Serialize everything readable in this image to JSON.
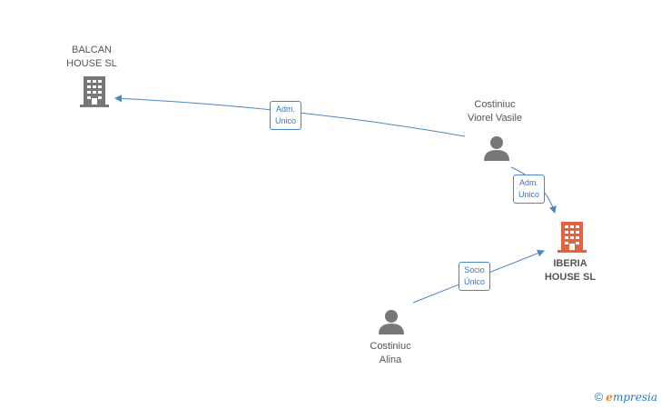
{
  "nodes": {
    "balcan": {
      "line1": "BALCAN",
      "line2": "HOUSE SL",
      "icon": "building-icon",
      "color": "#777777"
    },
    "iberia": {
      "line1": "IBERIA",
      "line2": "HOUSE SL",
      "icon": "building-icon",
      "color": "#e8603c"
    },
    "viorel": {
      "line1": "Costiniuc",
      "line2": "Viorel Vasile",
      "icon": "person-icon",
      "color": "#777777"
    },
    "alina": {
      "line1": "Costiniuc",
      "line2": "Alina",
      "icon": "person-icon",
      "color": "#777777"
    }
  },
  "edges": {
    "viorel_balcan": {
      "line1": "Adm.",
      "line2": "Unico"
    },
    "viorel_iberia": {
      "line1": "Adm.",
      "line2": "Unico"
    },
    "alina_iberia": {
      "line1": "Socio",
      "line2": "Único"
    }
  },
  "watermark": {
    "symbol": "©",
    "brand_first": "e",
    "brand_rest": "mpresia"
  },
  "colors": {
    "edge": "#4a86c8",
    "accent": "#e8603c"
  }
}
